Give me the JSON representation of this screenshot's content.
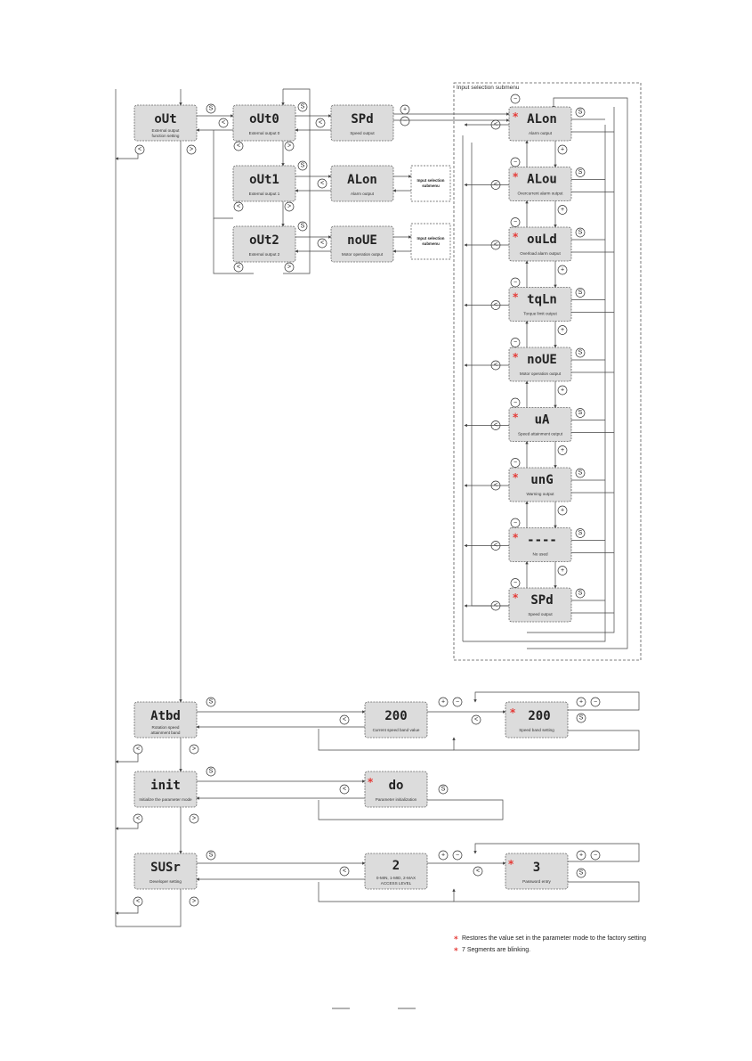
{
  "main_menu": {
    "out": {
      "display": "oUt",
      "label1": "External output",
      "label2": "function setting"
    },
    "atbd": {
      "display": "Atbd",
      "label1": "Rotation speed",
      "label2": "attainment band"
    },
    "init": {
      "display": "init",
      "label": "Initialize the parameter mode"
    },
    "susr": {
      "display": "SUSr",
      "label": "Developer setting"
    }
  },
  "outputs": [
    {
      "display": "oUt0",
      "label": "External output 0",
      "value_display": "SPd",
      "value_label": "Speed output"
    },
    {
      "display": "oUt1",
      "label": "External output 1",
      "value_display": "ALon",
      "value_label": "Alarm output"
    },
    {
      "display": "oUt2",
      "label": "External output 2",
      "value_display": "noUE",
      "value_label": "Motor operation output"
    }
  ],
  "input_submenu_ref": {
    "line1": "Input selection",
    "line2": "submenu"
  },
  "input_submenu_title": "Input selection submenu",
  "submenu_items": [
    {
      "display": "ALon",
      "label": "Alarm output"
    },
    {
      "display": "ALou",
      "label": "Overcurrent alarm output"
    },
    {
      "display": "ouLd",
      "label": "Overload alarm output"
    },
    {
      "display": "tqLn",
      "label": "Torque limit output"
    },
    {
      "display": "noUE",
      "label": "Motor operation output"
    },
    {
      "display": "uA",
      "label": "Speed attainment output"
    },
    {
      "display": "unG",
      "label": "Warning output"
    },
    {
      "display": "----",
      "label": "No used"
    },
    {
      "display": "SPd",
      "label": "Speed output"
    }
  ],
  "atbd_current": {
    "display": "200",
    "label": "Current speed band value"
  },
  "atbd_setting": {
    "display": "200",
    "label": "Speed band setting"
  },
  "init_value": {
    "display": "do",
    "label": "Parameter initialization"
  },
  "susr_level": {
    "display": "2",
    "label1": "0-MIN, 1-MID, 2-MAX",
    "label2": "ACCESS LEVEL"
  },
  "susr_password": {
    "display": "3",
    "label": "Password entry"
  },
  "buttons": {
    "s": "S",
    "left": "<",
    "right": ">",
    "plus": "+",
    "minus": "−"
  },
  "notes": {
    "note1": "Restores the value set in the parameter mode to the factory setting",
    "note2": "7 Segments are blinking."
  },
  "colors": {
    "accent": "#e53935",
    "panel": "#dcdcdc"
  }
}
